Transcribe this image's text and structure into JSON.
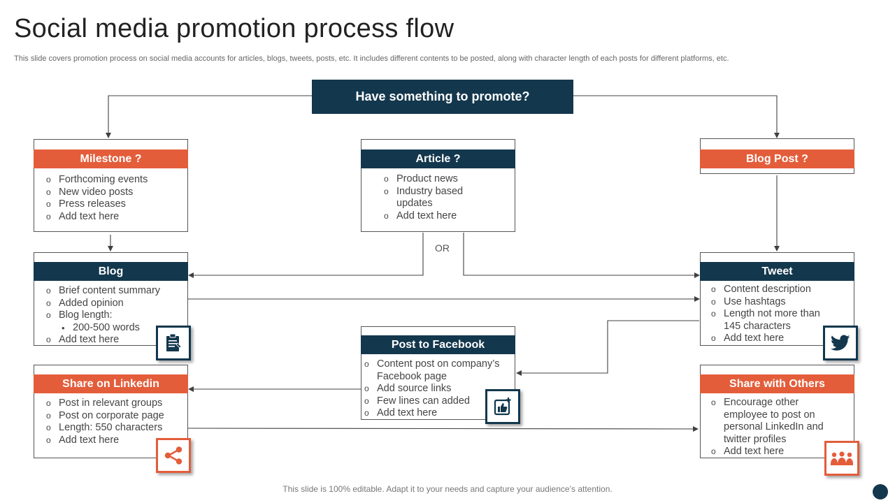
{
  "title": "Social media promotion process flow",
  "subtitle": "This slide covers promotion process on social media accounts for articles, blogs, tweets, posts, etc. It includes different contents to be posted, along with character length of each posts for different platforms, etc.",
  "footer": "This slide is 100% editable. Adapt it to your needs and capture your audience’s attention.",
  "top_box": "Have something to promote?",
  "or_label": "OR",
  "colors": {
    "navy": "#13374d",
    "orange": "#e35d3a"
  },
  "boxes": {
    "milestone": {
      "title": "Milestone ?",
      "items": [
        "Forthcoming events",
        "New video posts",
        "Press releases",
        "Add text here"
      ]
    },
    "article": {
      "title": "Article ?",
      "items": [
        "Product news",
        "Industry based",
        "updates",
        "Add text here"
      ]
    },
    "blog_post": {
      "title": "Blog Post ?"
    },
    "blog": {
      "title": "Blog",
      "items": [
        "Brief content summary",
        "Added opinion",
        "Blog length:",
        "200-500 words",
        "Add text here"
      ],
      "icon": "clipboard-icon"
    },
    "tweet": {
      "title": "Tweet",
      "items": [
        "Content description",
        "Use hashtags",
        "Length not more than",
        "145 characters",
        "Add text here"
      ],
      "icon": "twitter-icon"
    },
    "facebook": {
      "title": "Post to Facebook",
      "items": [
        "Content post on company’s",
        "Facebook page",
        "Add source links",
        "Few lines can added",
        "Add text here"
      ],
      "icon": "like-icon"
    },
    "linkedin": {
      "title": "Share on Linkedin",
      "items": [
        "Post in relevant groups",
        "Post on corporate page",
        "Length: 550 characters",
        "Add text here"
      ],
      "icon": "share-icon"
    },
    "share_others": {
      "title": "Share with Others",
      "items": [
        "Encourage other",
        "employee to post on",
        "personal LinkedIn  and",
        "twitter profiles",
        "Add text here"
      ],
      "icon": "team-icon"
    }
  }
}
